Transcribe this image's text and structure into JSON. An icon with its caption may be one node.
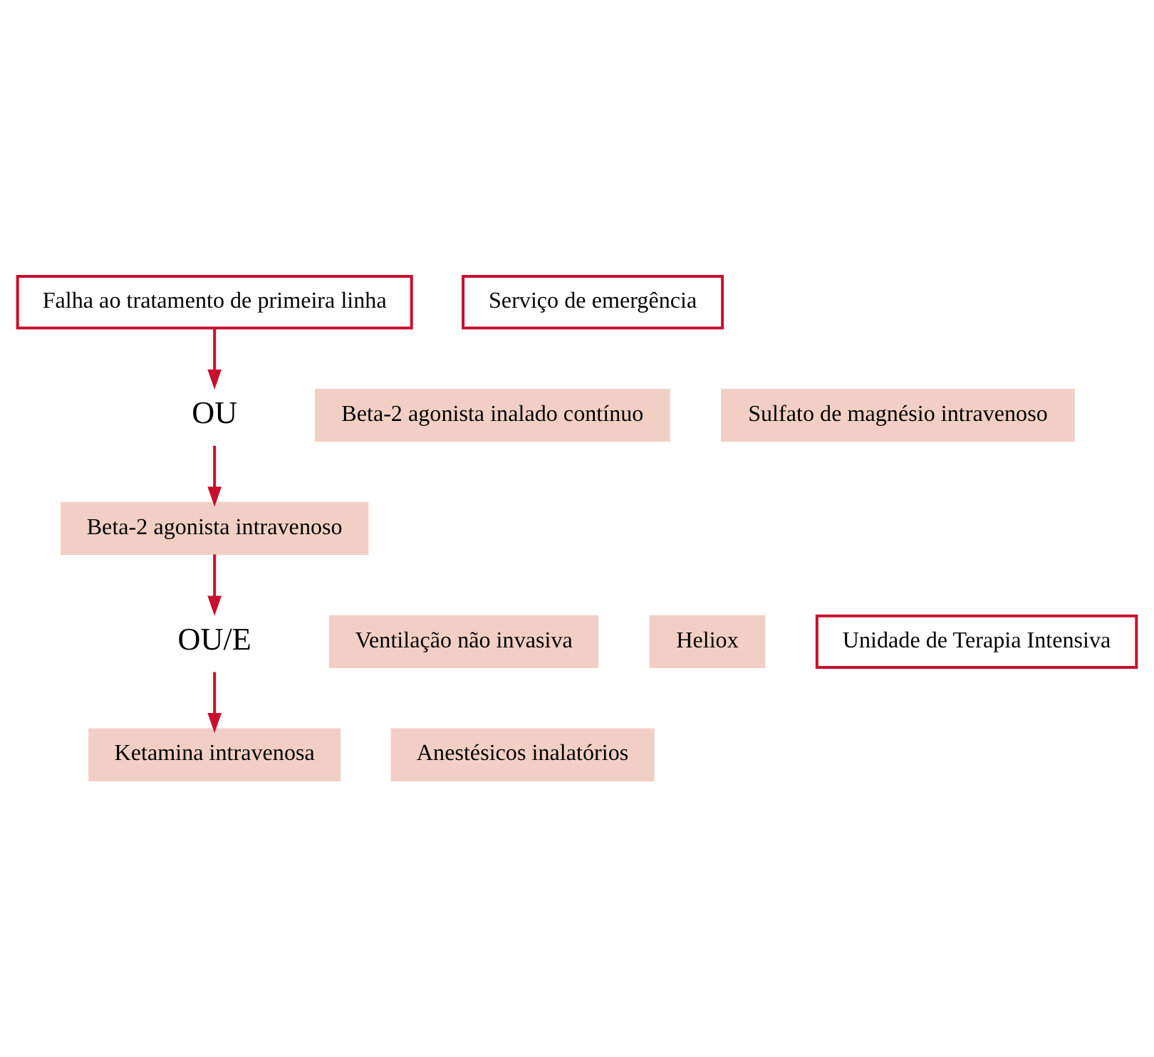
{
  "diagram": {
    "nodes": [
      {
        "text": [
          "Falha ao tratamento de primeira linha"
        ]
      },
      {
        "text": [
          "Beta-2 agonista inalado contínuo"
        ]
      },
      {
        "text": [
          "OU"
        ]
      },
      {
        "text": [
          "Sulfato de magnésio intravenoso"
        ]
      },
      {
        "text": [
          "Beta-2 agonista intravenoso"
        ]
      },
      {
        "text": [
          "Ventilação não invasiva"
        ]
      },
      {
        "text": [
          "OU/E"
        ]
      },
      {
        "text": [
          "Heliox"
        ]
      },
      {
        "text": [
          "Ketamina intravenosa"
        ]
      },
      {
        "text": [
          "Anestésicos inalatórios"
        ]
      },
      {
        "text": [
          "Serviço de emergência"
        ]
      },
      {
        "text": [
          "Unidade de Terapia Intensiva"
        ]
      }
    ],
    "edges": [
      {
        "from": 0,
        "to": 2,
        "arrow": "to"
      },
      {
        "from": 2,
        "to": 4,
        "arrow": "to"
      },
      {
        "from": 4,
        "to": 6,
        "arrow": "to"
      },
      {
        "from": 6,
        "to": 8,
        "arrow": "to"
      }
    ]
  }
}
